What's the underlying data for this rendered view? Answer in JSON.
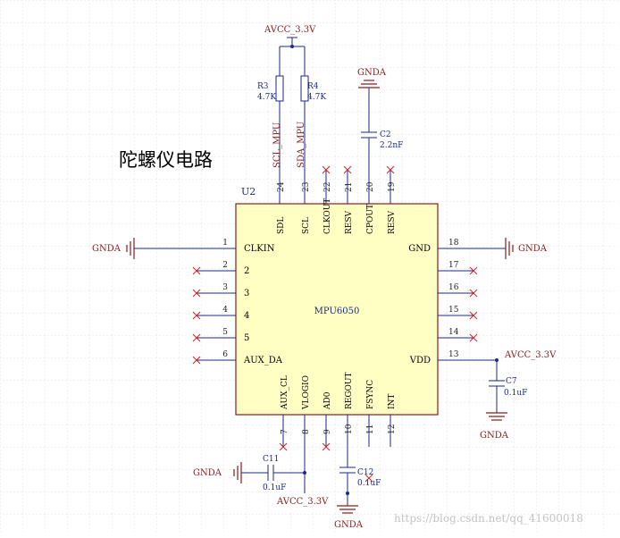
{
  "diagram": {
    "title": "陀螺仪电路",
    "refdes": "U2",
    "chip_name": "MPU6050",
    "watermark": "https://blog.csdn.net/qq_41600018",
    "colors": {
      "background": "#ffffff",
      "grid": "#e6e6e6",
      "wire": "#1b2a8a",
      "body_fill": "#ffffc4",
      "body_stroke": "#8b1a1a",
      "net_label": "#8b1a1a",
      "pin_number": "#202020",
      "no_connect": "#cc2222",
      "text": "#000000"
    },
    "pins_left": [
      {
        "num": "1",
        "name": "CLKIN"
      },
      {
        "num": "2",
        "name": "2"
      },
      {
        "num": "3",
        "name": "3"
      },
      {
        "num": "4",
        "name": "4"
      },
      {
        "num": "5",
        "name": "5"
      },
      {
        "num": "6",
        "name": "AUX_DA"
      }
    ],
    "pins_right": [
      {
        "num": "18",
        "name": "GND"
      },
      {
        "num": "17",
        "name": ""
      },
      {
        "num": "16",
        "name": ""
      },
      {
        "num": "15",
        "name": ""
      },
      {
        "num": "14",
        "name": ""
      },
      {
        "num": "13",
        "name": "VDD"
      }
    ],
    "pins_top": [
      {
        "num": "24",
        "name": "SDL"
      },
      {
        "num": "23",
        "name": "SCL"
      },
      {
        "num": "22",
        "name": "CLKOUT"
      },
      {
        "num": "21",
        "name": "RESV"
      },
      {
        "num": "20",
        "name": "CPOUT"
      },
      {
        "num": "19",
        "name": "RESV"
      }
    ],
    "pins_bottom": [
      {
        "num": "7",
        "name": "AUX_CL"
      },
      {
        "num": "8",
        "name": "VLOGIO"
      },
      {
        "num": "9",
        "name": "AD0"
      },
      {
        "num": "10",
        "name": "REGOUT"
      },
      {
        "num": "11",
        "name": "FSYNC"
      },
      {
        "num": "12",
        "name": "INT"
      }
    ],
    "components": {
      "r3": {
        "ref": "R3",
        "value": "4.7K"
      },
      "r4": {
        "ref": "R4",
        "value": "4.7K"
      },
      "c2": {
        "ref": "C2",
        "value": "2.2nF"
      },
      "c7": {
        "ref": "C7",
        "value": "0.1uF"
      },
      "c11": {
        "ref": "C11",
        "value": "0.1uF"
      },
      "c12": {
        "ref": "C12",
        "value": "0.1uF"
      }
    },
    "nets": {
      "avcc_top": "AVCC_3.3V",
      "avcc_right": "AVCC_3.3V",
      "avcc_bottom": "AVCC_3.3V",
      "gnda_c2": "GNDA",
      "gnda_left": "GNDA",
      "gnda_right": "GNDA",
      "gnda_c7": "GNDA",
      "gnda_c11": "GNDA",
      "gnda_c12": "GNDA",
      "scl_mpu": "SCL_MPU",
      "sda_mpu": "SDA_MPU"
    }
  }
}
